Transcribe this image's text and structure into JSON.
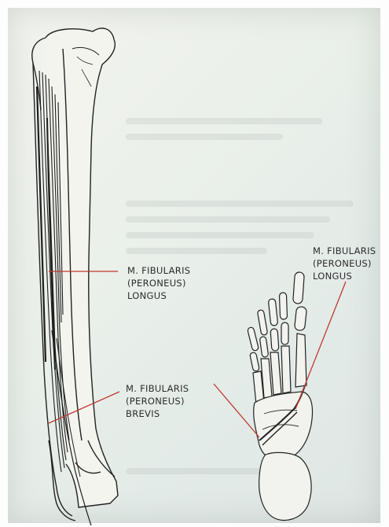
{
  "labels": {
    "leg_longus": {
      "line1": "M. FIBULARIS",
      "line2": "(PERONEUS)",
      "line3": "LONGUS"
    },
    "leg_brevis": {
      "line1": "M. FIBULARIS",
      "line2": "(PERONEUS)",
      "line3": "BREVIS"
    },
    "foot_longus": {
      "line1": "M. FIBULARIS",
      "line2": "(PERONEUS)",
      "line3": "LONGUS"
    }
  },
  "colors": {
    "leader_line": "#c0392b",
    "ink": "#2b2b2b",
    "paper": "#eef1ec"
  }
}
